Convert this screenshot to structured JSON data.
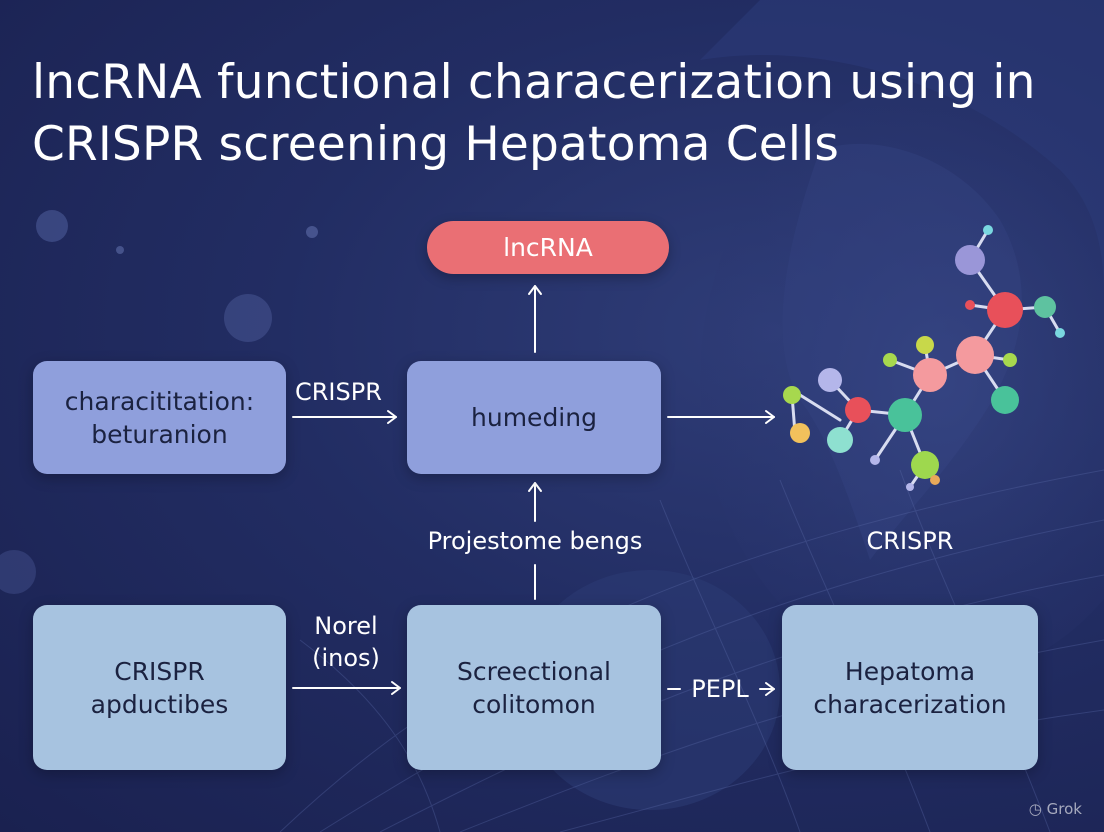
{
  "title": {
    "line1": "lncRNA functional characerization using in",
    "line2": "CRISPR screening Hepatoma Cells"
  },
  "nodes": {
    "lncrna": "lncRNA",
    "char_line1": "characititation:",
    "char_line2": "beturanion",
    "humeding": "humeding",
    "crispr_line1": "CRISPR",
    "crispr_line2": "apductibes",
    "screen_line1": "Screectional",
    "screen_line2": "colitomon",
    "hep_line1": "Hepatoma",
    "hep_line2": "characerization"
  },
  "edge_labels": {
    "crispr_top": "CRISPR",
    "projestome": "Projestome bengs",
    "crispr_right": "CRISPR",
    "norel_line1": "Norel",
    "norel_line2": "(inos)",
    "pepl": "PEPL"
  },
  "watermark": "Grok",
  "colors": {
    "background": "#222d63",
    "pill": "#ea6f74",
    "node_purple": "#8f9fdc",
    "node_light": "#a7c3e0"
  },
  "icons": [
    "molecule-illustration",
    "grok-logo-icon",
    "arrow-icon"
  ]
}
